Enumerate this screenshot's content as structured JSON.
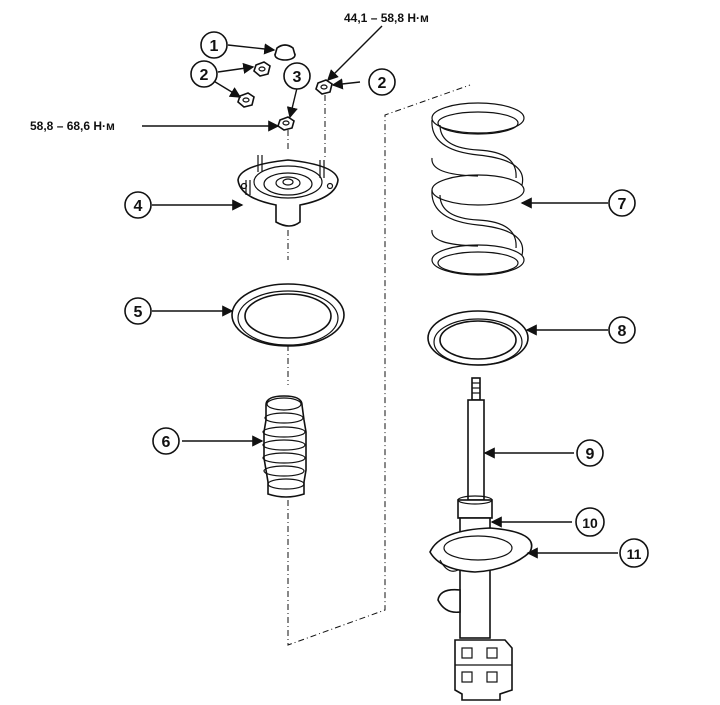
{
  "torque_labels": {
    "upper_nut": "44,1 – 58,8 Н·м",
    "center_nut": "58,8 – 68,6 Н·м"
  },
  "callouts": [
    {
      "id": "c1",
      "label": "1"
    },
    {
      "id": "c2a",
      "label": "2"
    },
    {
      "id": "c2b",
      "label": "2"
    },
    {
      "id": "c3",
      "label": "3"
    },
    {
      "id": "c4",
      "label": "4"
    },
    {
      "id": "c5",
      "label": "5"
    },
    {
      "id": "c6",
      "label": "6"
    },
    {
      "id": "c7",
      "label": "7"
    },
    {
      "id": "c8",
      "label": "8"
    },
    {
      "id": "c9",
      "label": "9"
    },
    {
      "id": "c10",
      "label": "10"
    },
    {
      "id": "c11",
      "label": "11"
    }
  ]
}
